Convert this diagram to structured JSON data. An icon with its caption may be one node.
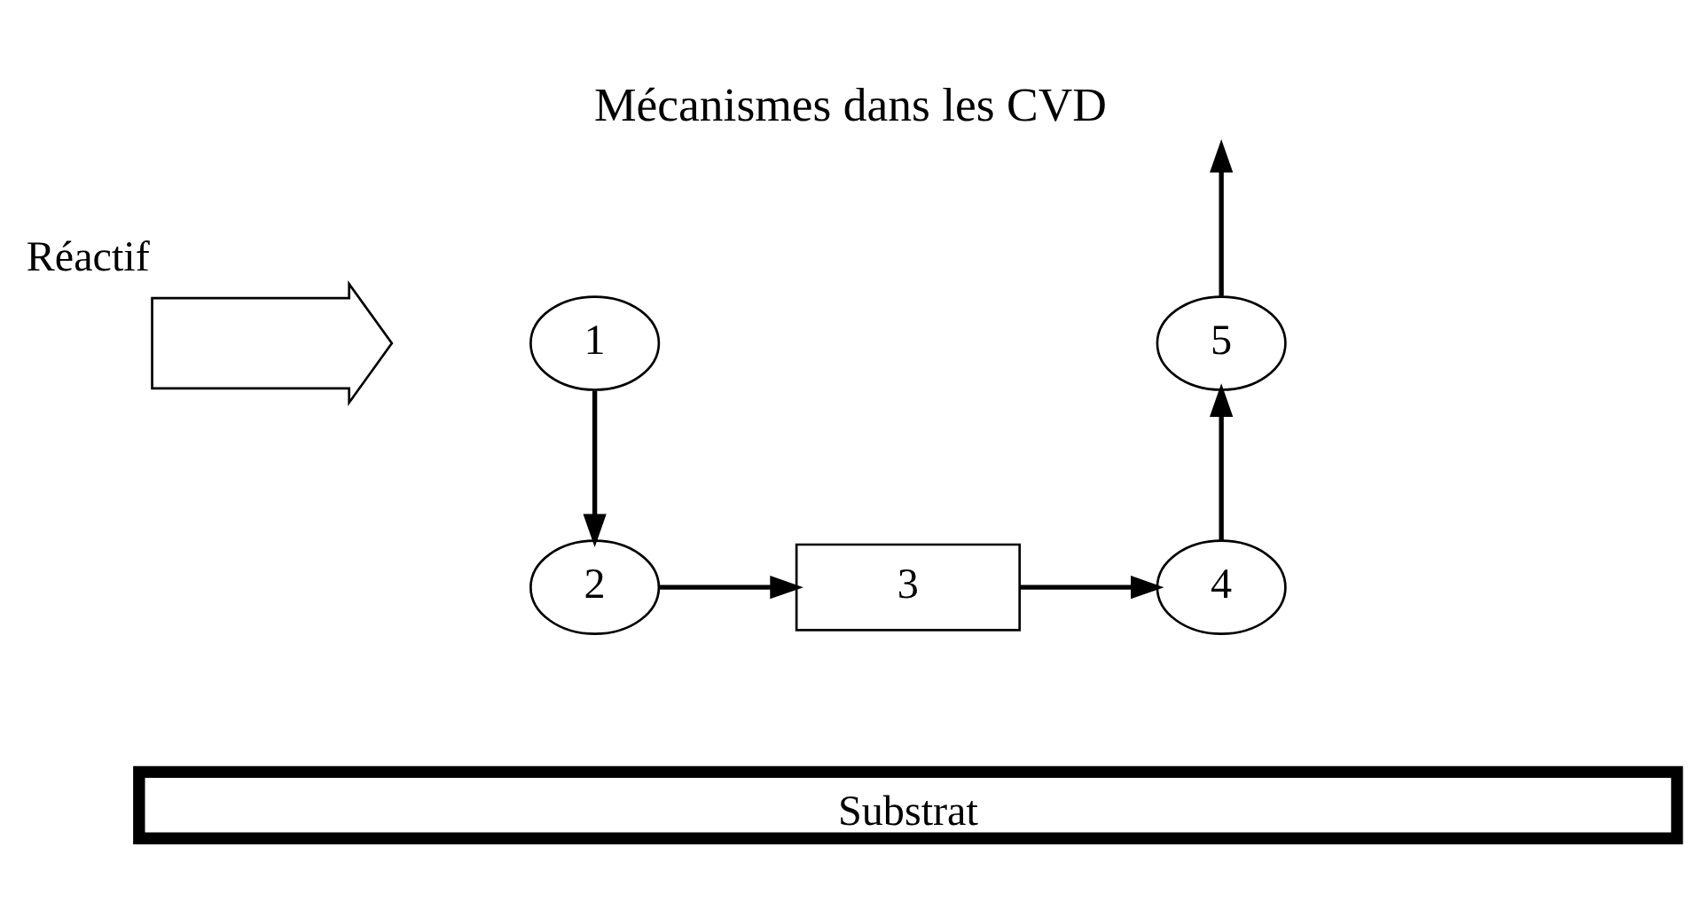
{
  "diagram": {
    "title": "Mécanismes dans les CVD",
    "nodes": [
      {
        "text": [],
        "shape": "arrow",
        "beside": [
          "Réactif"
        ]
      },
      {
        "text": [
          "1"
        ]
      },
      {
        "text": [
          "2"
        ]
      },
      {
        "text": [
          "3"
        ]
      },
      {
        "text": [
          "4"
        ]
      },
      {
        "text": [
          "5"
        ]
      },
      {
        "text": [
          "Substrat"
        ]
      }
    ],
    "edges": [
      {
        "from": 1,
        "to": 2,
        "arrow": "to"
      },
      {
        "from": 2,
        "to": 3,
        "arrow": "to"
      },
      {
        "from": 3,
        "to": 4,
        "arrow": "to"
      },
      {
        "from": 4,
        "to": 5,
        "arrow": "to"
      },
      {
        "from": 5,
        "to": null,
        "arrow": "to"
      }
    ]
  }
}
